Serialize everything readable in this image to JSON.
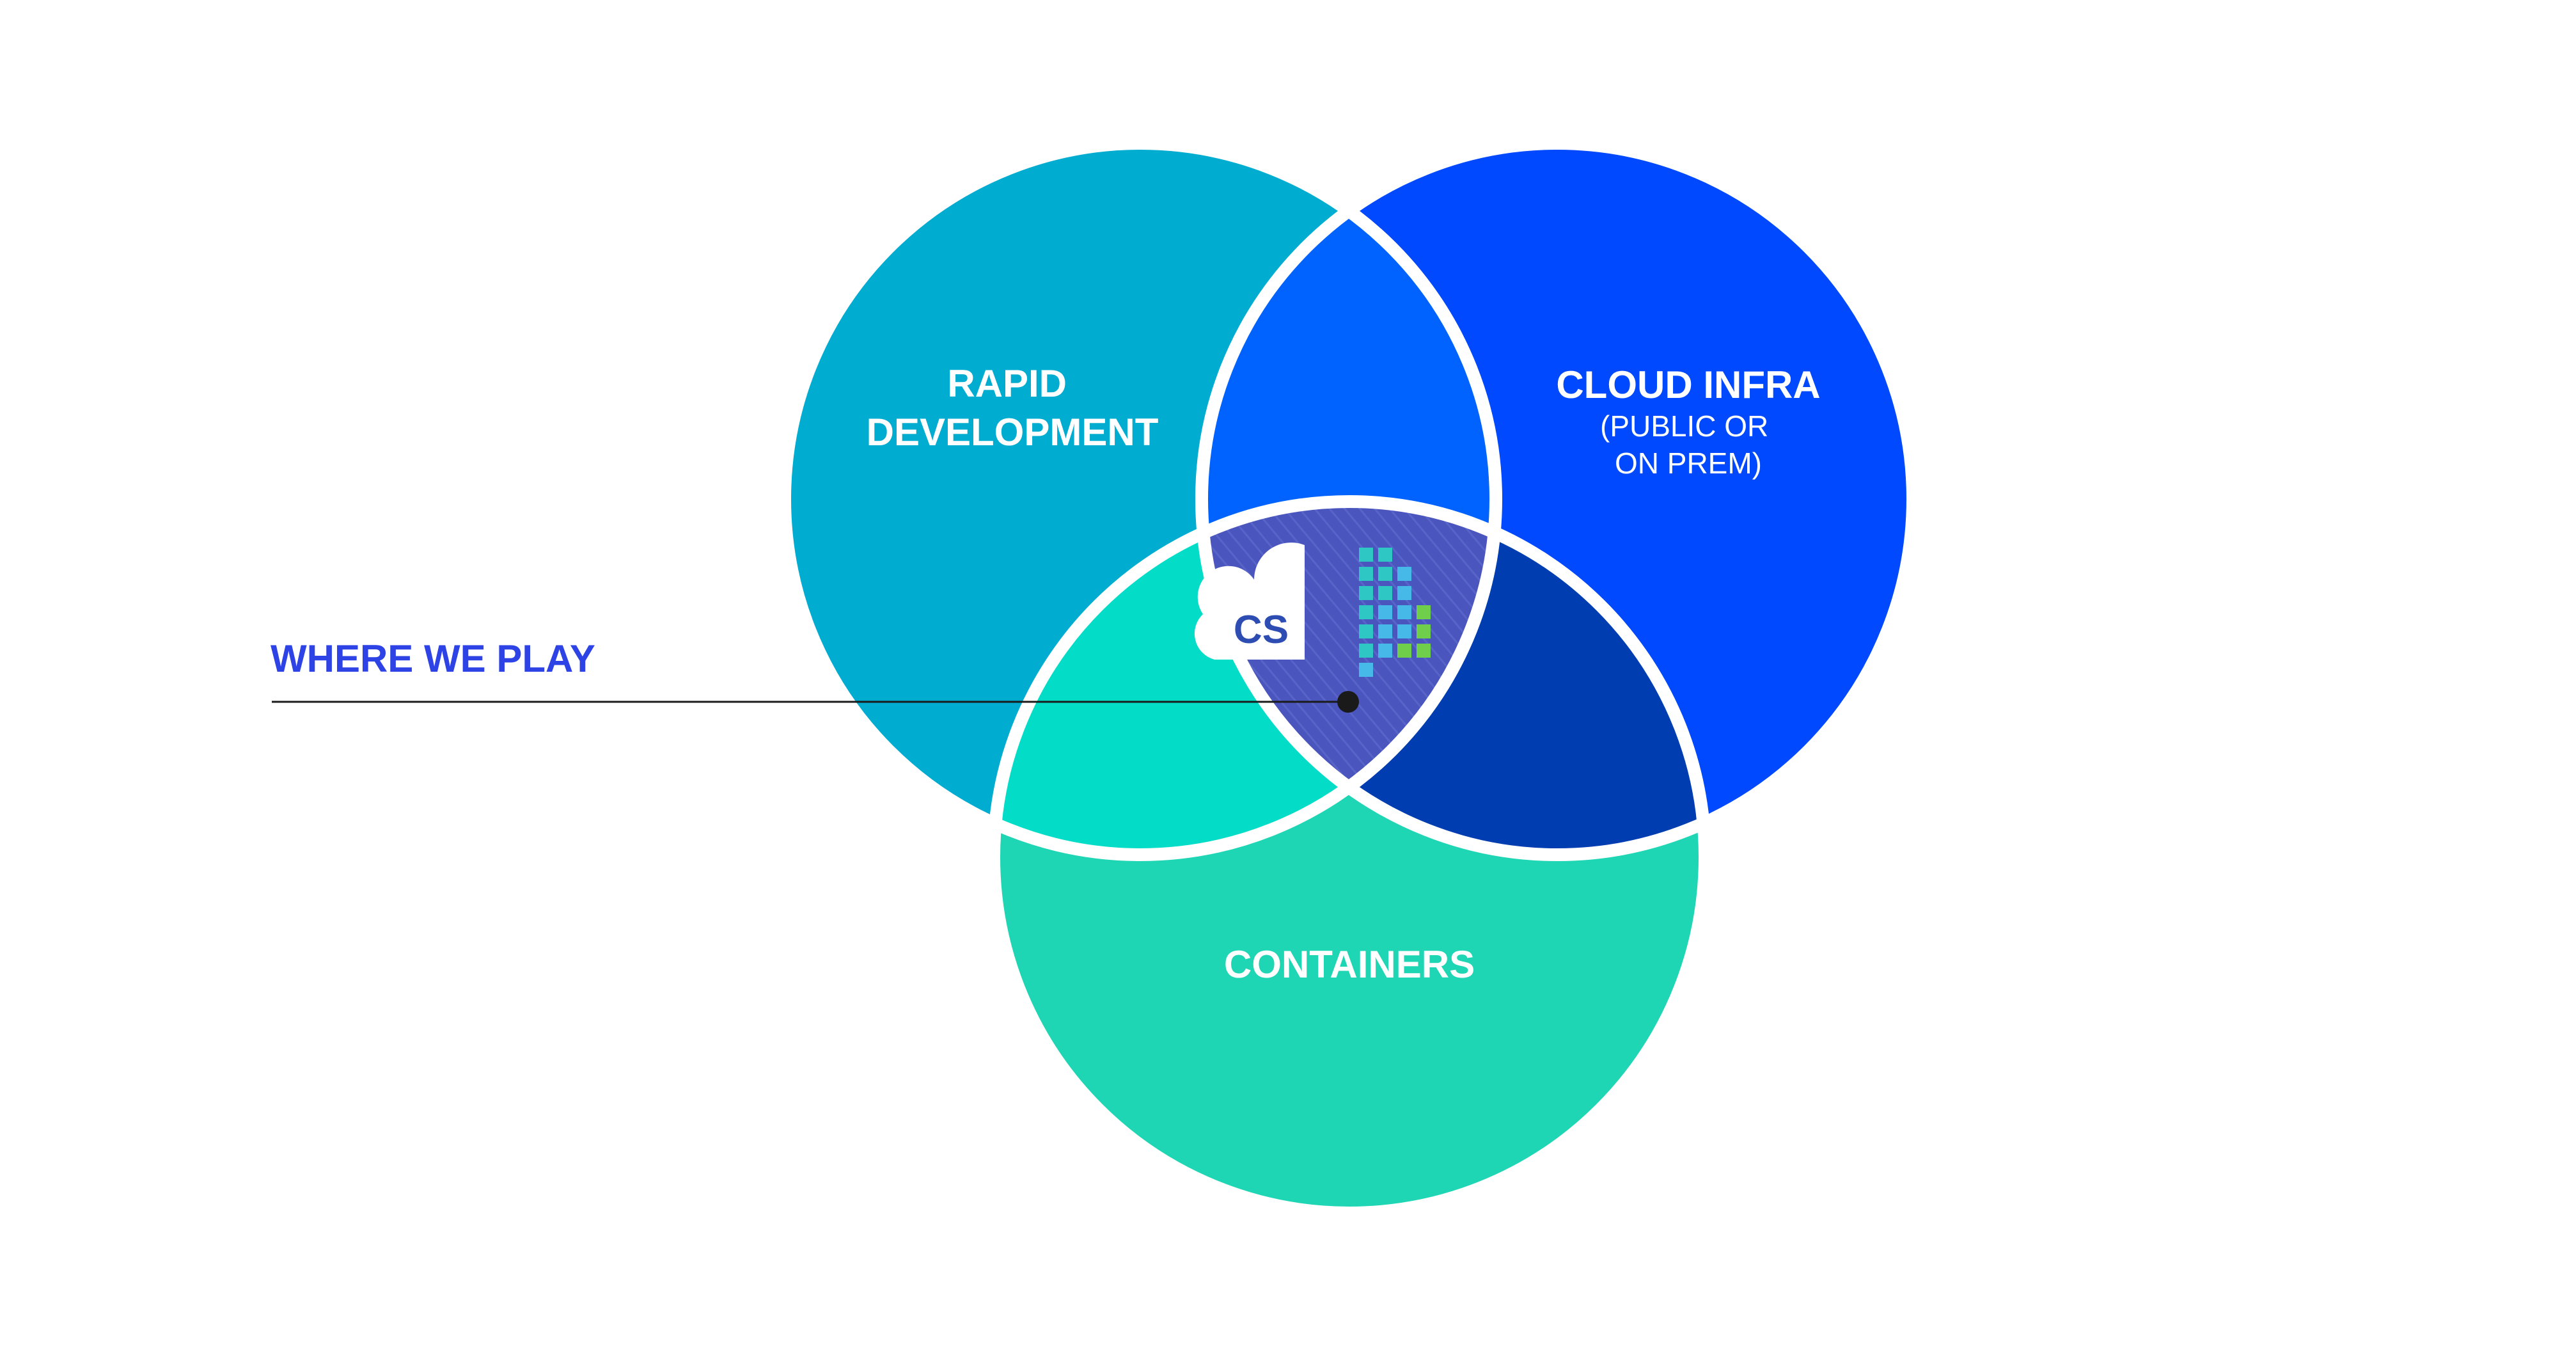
{
  "diagram": {
    "type": "venn",
    "sets": [
      {
        "id": "rapid",
        "label_lines": [
          "RAPID",
          "DEVELOPMENT"
        ],
        "sublabel_lines": [],
        "color": "#00ADD0"
      },
      {
        "id": "cloud",
        "label_lines": [
          "CLOUD INFRA"
        ],
        "sublabel_lines": [
          "(PUBLIC OR",
          "ON PREM)"
        ],
        "color": "#0049FF"
      },
      {
        "id": "containers",
        "label_lines": [
          "CONTAINERS"
        ],
        "sublabel_lines": [],
        "color": "#1FD6B4"
      }
    ],
    "intersections": {
      "rapid_cloud": "#0063FF",
      "rapid_containers": "#03DDC8",
      "cloud_containers": "#003DB0",
      "all": "#4A55BE"
    },
    "center_logo": {
      "text": "CS",
      "text_color": "#2D4DB3",
      "grid_colors": [
        "#2FC7C3",
        "#46B9E8",
        "#6FCE4A"
      ]
    },
    "callout": {
      "label": "WHERE WE PLAY",
      "label_color": "#2E43E6",
      "line_color": "#1A1A1A"
    },
    "outline_color": "#FFFFFF"
  }
}
